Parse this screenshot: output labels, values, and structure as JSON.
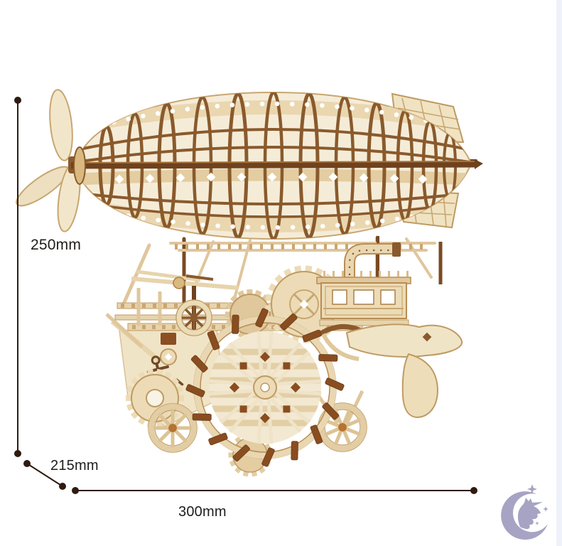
{
  "page": {
    "background": "#ffffff",
    "edge_strip_color": "#eff2fb"
  },
  "product": {
    "name": "mechanical wooden airship 3D puzzle model",
    "palette": {
      "wood_light": "#f1e4c6",
      "wood_mid": "#d9b97f",
      "wood_tan": "#c8a671",
      "wood_dark": "#8a5a2c",
      "wood_deep": "#6f421e",
      "paddle_brown": "#8a4d20"
    }
  },
  "dimensions": {
    "height": {
      "label": "250mm"
    },
    "depth": {
      "label": "215mm"
    },
    "width": {
      "label": "300mm"
    },
    "line_color": "#2f1b10",
    "label_color": "#1f1d1b"
  },
  "watermark": {
    "icon": "unicorn-logo",
    "color": "#a6a3c4",
    "star_count": 4
  }
}
